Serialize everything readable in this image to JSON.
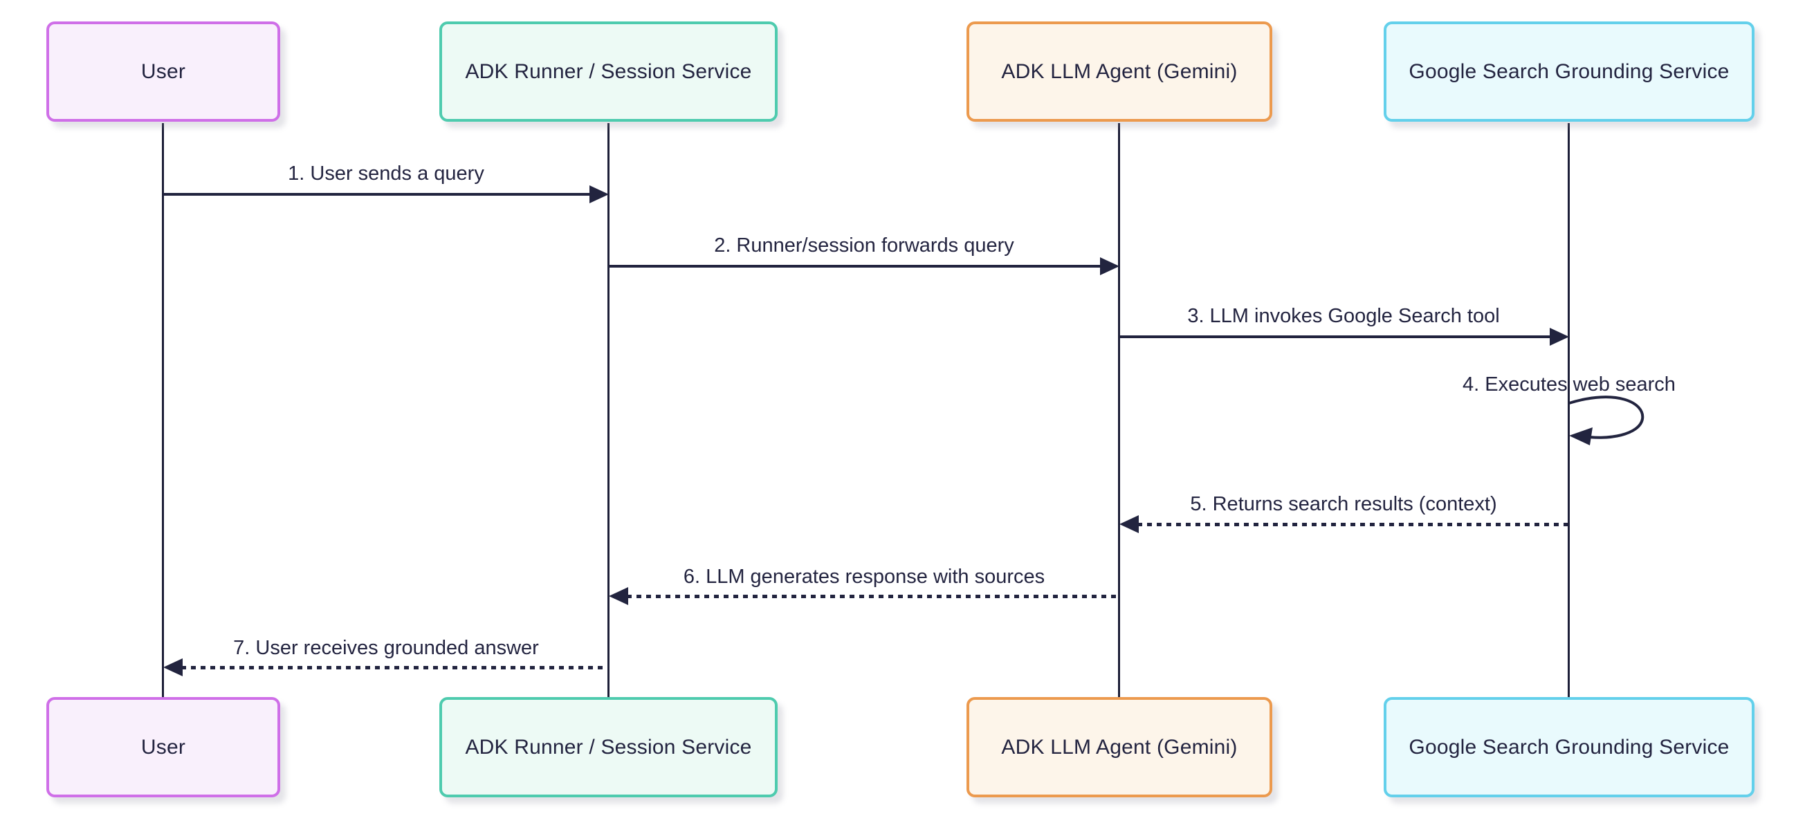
{
  "diagram": {
    "type": "sequence-diagram",
    "actors": [
      {
        "name": "User",
        "border_color": "#cf6fe8",
        "fill_color": "#f9f0fc"
      },
      {
        "name": "ADK Runner / Session Service",
        "border_color": "#4ecbae",
        "fill_color": "#edfaf5"
      },
      {
        "name": "ADK LLM Agent (Gemini)",
        "border_color": "#ec9a4e",
        "fill_color": "#fdf5ea"
      },
      {
        "name": "Google Search Grounding Service",
        "border_color": "#63d0eb",
        "fill_color": "#e9fafd"
      }
    ],
    "messages": [
      {
        "label": "1. User sends a query",
        "from": "User",
        "to": "ADK Runner / Session Service",
        "line_style": "solid",
        "direction": "right"
      },
      {
        "label": "2. Runner/session forwards query",
        "from": "ADK Runner / Session Service",
        "to": "ADK LLM Agent (Gemini)",
        "line_style": "solid",
        "direction": "right"
      },
      {
        "label": "3. LLM invokes Google Search tool",
        "from": "ADK LLM Agent (Gemini)",
        "to": "Google Search Grounding Service",
        "line_style": "solid",
        "direction": "right"
      },
      {
        "label": "4. Executes web search",
        "from": "Google Search Grounding Service",
        "to": "Google Search Grounding Service",
        "line_style": "solid",
        "direction": "self-loop"
      },
      {
        "label": "5. Returns search results (context)",
        "from": "Google Search Grounding Service",
        "to": "ADK LLM Agent (Gemini)",
        "line_style": "dotted",
        "direction": "left"
      },
      {
        "label": "6. LLM generates response with sources",
        "from": "ADK LLM Agent (Gemini)",
        "to": "ADK Runner / Session Service",
        "line_style": "dotted",
        "direction": "left"
      },
      {
        "label": "7. User receives grounded answer",
        "from": "ADK Runner / Session Service",
        "to": "User",
        "line_style": "dotted",
        "direction": "left"
      }
    ],
    "colors": {
      "line": "#22243f",
      "text": "#232440",
      "lifeline": "#1d1f38",
      "background": "#ffffff"
    }
  }
}
